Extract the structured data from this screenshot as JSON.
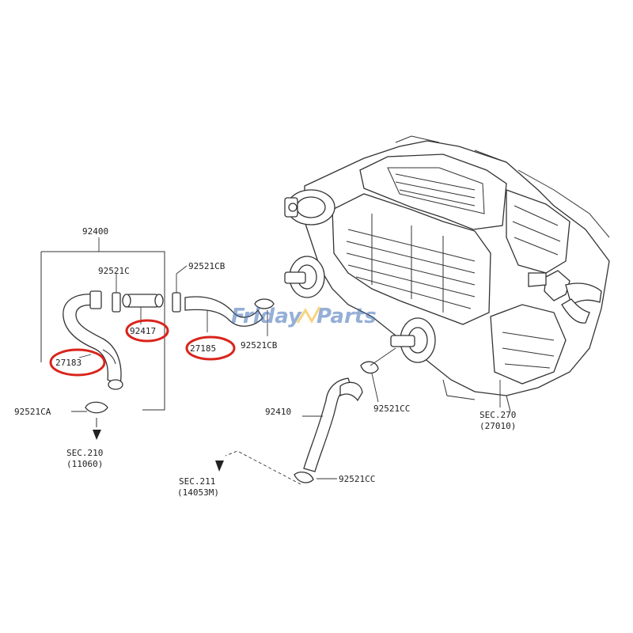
{
  "colors": {
    "line": "#333333",
    "highlight": "#d9241b",
    "watermark": "#3f6fb5",
    "watermark_accent": "#f2b21c",
    "background": "#ffffff"
  },
  "watermark": {
    "part1": "Friday",
    "part2": "Parts"
  },
  "labels": {
    "assembly": "92400",
    "clamp_c": "92521C",
    "clamp_cb_top": "92521CB",
    "clamp_cb_mid": "92521CB",
    "clamp_ca": "92521CA",
    "clamp_cc_upper": "92521CC",
    "clamp_cc_lower": "92521CC",
    "hose_outlet": "92410",
    "pipe": "92417",
    "hose_upper": "27183",
    "hose_lower": "27185",
    "sec210_title": "SEC.210",
    "sec210_ref": "(11060)",
    "sec211_title": "SEC.211",
    "sec211_ref": "(14053M)",
    "sec270_title": "SEC.270",
    "sec270_ref": "(27010)"
  }
}
